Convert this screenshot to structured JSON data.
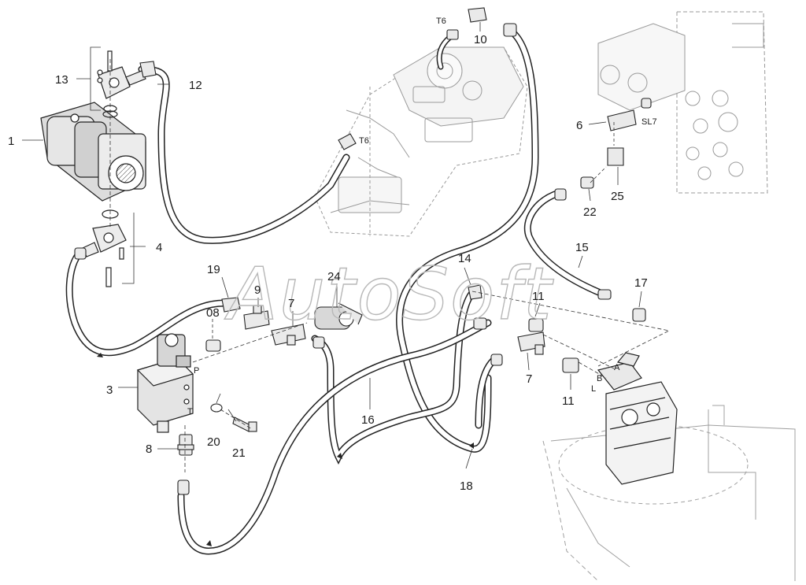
{
  "watermark": "AutoSoft",
  "part_labels": [
    {
      "id": "1",
      "text": "1"
    },
    {
      "id": "13",
      "text": "13"
    },
    {
      "id": "12",
      "text": "12"
    },
    {
      "id": "4",
      "text": "4"
    },
    {
      "id": "19",
      "text": "19"
    },
    {
      "id": "08",
      "text": "08"
    },
    {
      "id": "9",
      "text": "9"
    },
    {
      "id": "24",
      "text": "24"
    },
    {
      "id": "7a",
      "text": "7"
    },
    {
      "id": "3",
      "text": "3"
    },
    {
      "id": "20",
      "text": "20"
    },
    {
      "id": "21",
      "text": "21"
    },
    {
      "id": "8",
      "text": "8"
    },
    {
      "id": "16",
      "text": "16"
    },
    {
      "id": "14",
      "text": "14"
    },
    {
      "id": "18",
      "text": "18"
    },
    {
      "id": "11a",
      "text": "11"
    },
    {
      "id": "7b",
      "text": "7"
    },
    {
      "id": "11b",
      "text": "11"
    },
    {
      "id": "10",
      "text": "10"
    },
    {
      "id": "6",
      "text": "6"
    },
    {
      "id": "25",
      "text": "25"
    },
    {
      "id": "22",
      "text": "22"
    },
    {
      "id": "15",
      "text": "15"
    },
    {
      "id": "17",
      "text": "17"
    }
  ],
  "port_labels": {
    "p": "P",
    "t": "T",
    "t6_top": "T6",
    "t6_mid": "T6",
    "sl7": "SL7",
    "a": "A",
    "b": "B",
    "l": "L"
  }
}
